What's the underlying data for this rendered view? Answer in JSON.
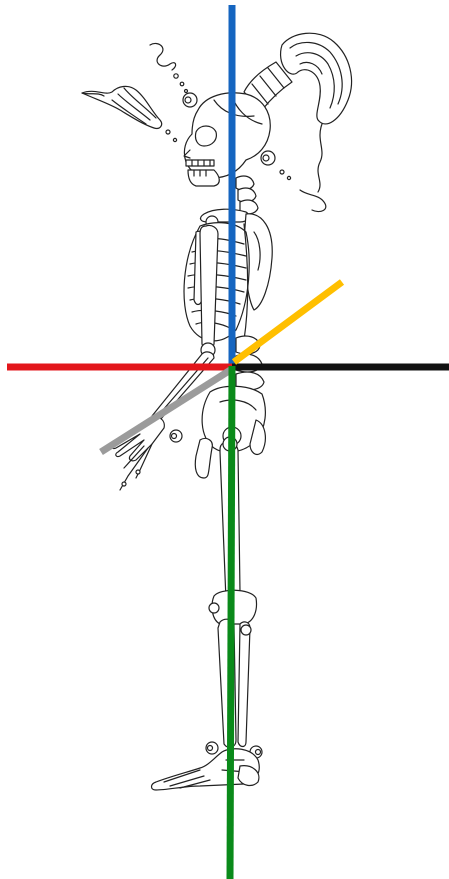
{
  "figure": {
    "subject": "skeleton-side-view-line-art",
    "axes": [
      {
        "name": "vertical-up",
        "color": "#1565c0"
      },
      {
        "name": "vertical-down",
        "color": "#0a8a1a"
      },
      {
        "name": "horizontal-left",
        "color": "#e3161b"
      },
      {
        "name": "horizontal-right",
        "color": "#111111"
      },
      {
        "name": "diagonal-up-right",
        "color": "#ffbf00"
      },
      {
        "name": "diagonal-down-left",
        "color": "#9b9b9b"
      }
    ]
  }
}
